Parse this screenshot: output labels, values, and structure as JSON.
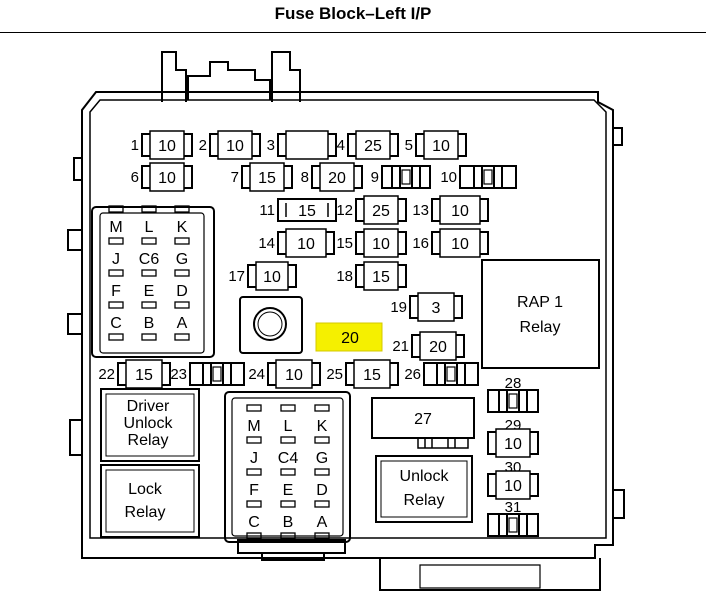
{
  "title": "Fuse Block–Left I/P",
  "highlight_color": "#f5f000",
  "fuses": [
    {
      "pos": "1",
      "rating": "10"
    },
    {
      "pos": "2",
      "rating": "10"
    },
    {
      "pos": "3",
      "rating": ""
    },
    {
      "pos": "4",
      "rating": "25"
    },
    {
      "pos": "5",
      "rating": "10"
    },
    {
      "pos": "6",
      "rating": "10"
    },
    {
      "pos": "7",
      "rating": "15"
    },
    {
      "pos": "8",
      "rating": "20"
    },
    {
      "pos": "9",
      "rating": ""
    },
    {
      "pos": "10",
      "rating": ""
    },
    {
      "pos": "11",
      "rating": "15"
    },
    {
      "pos": "12",
      "rating": "25"
    },
    {
      "pos": "13",
      "rating": "10"
    },
    {
      "pos": "14",
      "rating": "10"
    },
    {
      "pos": "15",
      "rating": "10"
    },
    {
      "pos": "16",
      "rating": "10"
    },
    {
      "pos": "17",
      "rating": "10"
    },
    {
      "pos": "18",
      "rating": "15"
    },
    {
      "pos": "19",
      "rating": "3"
    },
    {
      "pos": "21",
      "rating": "20"
    },
    {
      "pos": "22",
      "rating": "15"
    },
    {
      "pos": "23",
      "rating": ""
    },
    {
      "pos": "24",
      "rating": "10"
    },
    {
      "pos": "25",
      "rating": "15"
    },
    {
      "pos": "26",
      "rating": ""
    },
    {
      "pos": "28",
      "rating": ""
    },
    {
      "pos": "29",
      "rating": "10"
    },
    {
      "pos": "30",
      "rating": "10"
    },
    {
      "pos": "31",
      "rating": ""
    }
  ],
  "highlighted_fuse": {
    "rating": "20"
  },
  "connector_c6": {
    "rows": [
      [
        "M",
        "L",
        "K"
      ],
      [
        "J",
        "C6",
        "G"
      ],
      [
        "F",
        "E",
        "D"
      ],
      [
        "C",
        "B",
        "A"
      ]
    ]
  },
  "connector_c4": {
    "rows": [
      [
        "M",
        "L",
        "K"
      ],
      [
        "J",
        "C4",
        "G"
      ],
      [
        "F",
        "E",
        "D"
      ],
      [
        "C",
        "B",
        "A"
      ]
    ]
  },
  "relays": {
    "rap": [
      "RAP 1",
      "Relay"
    ],
    "driver_unlock": [
      "Driver",
      "Unlock",
      "Relay"
    ],
    "lock": [
      "Lock",
      "Relay"
    ],
    "unlock": [
      "Unlock",
      "Relay"
    ],
    "block_27": "27"
  }
}
